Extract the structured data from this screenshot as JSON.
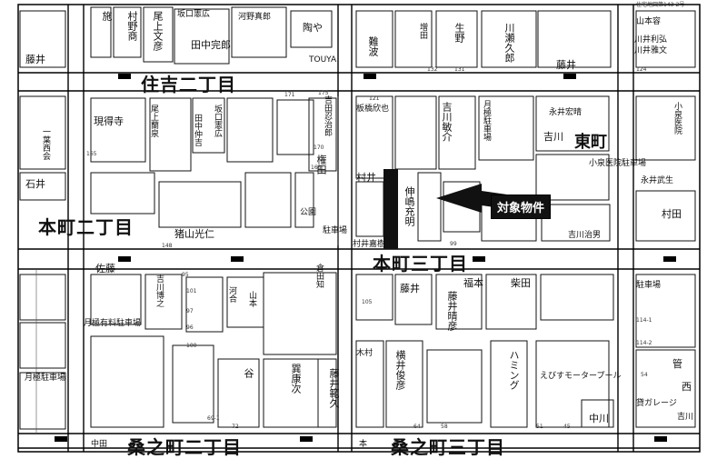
{
  "header_note": "住宅地図第143-2号",
  "roads": {
    "north_street": "住吉二丁目",
    "west_street": "本町二丁目",
    "center_street": "本町三丁目",
    "south_west": "桑之町二丁目",
    "south_center": "桑之町三丁目",
    "east_district": "東町"
  },
  "target_label": "対象物件",
  "top_row": [
    "藤井",
    "施",
    "村野商",
    "尾上文彦",
    "坂口憲広",
    "田中完郎",
    "河野真郎",
    "陶や",
    "TOUYA",
    "難波",
    "増田",
    "生野",
    "川瀬久郎",
    "藤井",
    "山本容",
    "川井利弘",
    "川井雅文"
  ],
  "north_block": [
    "現得寺",
    "尾上蘭泉",
    "田中仲吉",
    "坂口憲広",
    "吉田忍治郎",
    "板橋欣也",
    "吉川敏介",
    "月極駐車場",
    "永井宏晴",
    "吉川",
    "小泉医院",
    "小泉医院駐車場",
    "永井武生",
    "村田"
  ],
  "middle_block": [
    "一葉西会",
    "石井",
    "村井",
    "権田",
    "公園",
    "伸嶋充明",
    "猪山光仁",
    "駐車場",
    "吉川治男",
    "村井嘉樹"
  ],
  "south_block": [
    "佐藤",
    "吉川博之",
    "月極有料駐車場",
    "倉田知",
    "河合",
    "山本",
    "藤井",
    "藤井晴彦",
    "福本",
    "柴田",
    "駐車場",
    "木村",
    "横井俊彦",
    "谷",
    "巽康次",
    "藤井範久",
    "ハミング",
    "えびすモータープール",
    "中川",
    "管",
    "西",
    "貸ガレージ",
    "吉川",
    "月極駐車場"
  ],
  "south_edge": [
    "中田",
    "桑之町二丁目",
    "本",
    "桑之町三丁目"
  ],
  "parcel_numbers": [
    "165",
    "131",
    "132",
    "124",
    "148",
    "175",
    "171",
    "168",
    "170",
    "121",
    "99",
    "95",
    "97",
    "100",
    "101",
    "105",
    "96",
    "58",
    "51",
    "45",
    "114-1",
    "114-2",
    "69-1",
    "72",
    "64",
    "54"
  ]
}
